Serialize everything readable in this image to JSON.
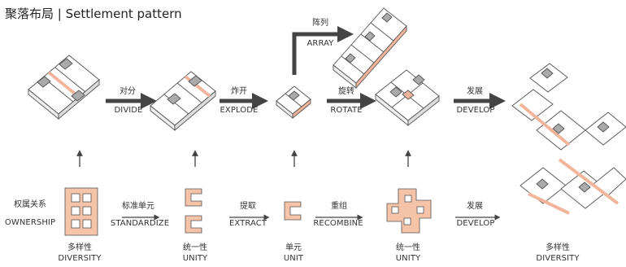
{
  "title": "聚落布局 | Settlement pattern",
  "top_steps": [
    {
      "zh": "对分",
      "en": "DIVIDE"
    },
    {
      "zh": "炸开",
      "en": "EXPLODE"
    },
    {
      "zh": "阵列",
      "en": "ARRAY"
    },
    {
      "zh": "旋转",
      "en": "ROTATE"
    },
    {
      "zh": "发展",
      "en": "DEVELOP"
    }
  ],
  "bottom_steps": [
    {
      "zh": "权属关系",
      "en": "OWNERSHIP"
    },
    {
      "zh": "标准单元",
      "en": "STANDARDIZE"
    },
    {
      "zh": "提取",
      "en": "EXTRACT"
    },
    {
      "zh": "重组",
      "en": "RECOMBINE"
    },
    {
      "zh": "发展",
      "en": "DEVELOP"
    }
  ],
  "captions": [
    {
      "zh": "多样性",
      "en": "DIVERSITY"
    },
    {
      "zh": "统一性",
      "en": "UNITY"
    },
    {
      "zh": "单元",
      "en": "UNIT"
    },
    {
      "zh": "统一性",
      "en": "UNITY"
    },
    {
      "zh": "多样性",
      "en": "DIVERSITY"
    }
  ],
  "colors": {
    "accent": "#f2b49b",
    "arrow": "#444444",
    "line": "#555555"
  }
}
